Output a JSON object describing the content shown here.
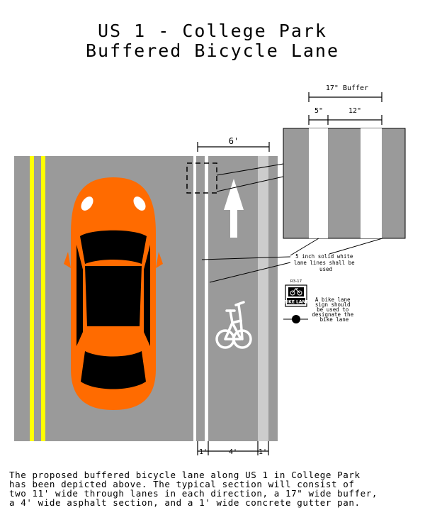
{
  "title": {
    "line1": "US 1 - College Park",
    "line2": "Buffered Bicycle Lane"
  },
  "dimensions": {
    "lane_width": "6'",
    "buffer_total": "17\" Buffer",
    "buffer_left": "5\"",
    "buffer_right": "12\"",
    "bottom_left": "1'",
    "bottom_middle": "4'",
    "bottom_right": "1'"
  },
  "notes": {
    "lane_lines": [
      "5 inch solid white",
      "lane lines shall be",
      "used"
    ],
    "sign": [
      "A bike lane",
      "sign should",
      "be used to",
      "designate the",
      "bike lane"
    ]
  },
  "sign": {
    "code": "R3-17",
    "text": "BIKE LANE"
  },
  "caption": "The proposed buffered bicycle lane along US 1 in College Park\nhas been depicted above. The typical section will consist of\ntwo 11' wide through lanes in each direction, a 17\" wide buffer,\na 4' wide asphalt section, and a 1' wide concrete gutter pan.",
  "colors": {
    "asphalt": "#9a9a9a",
    "gutter": "#cccccc",
    "center_line": "#ffff00",
    "car_body": "#ff6b00",
    "car_glass": "#000000"
  }
}
